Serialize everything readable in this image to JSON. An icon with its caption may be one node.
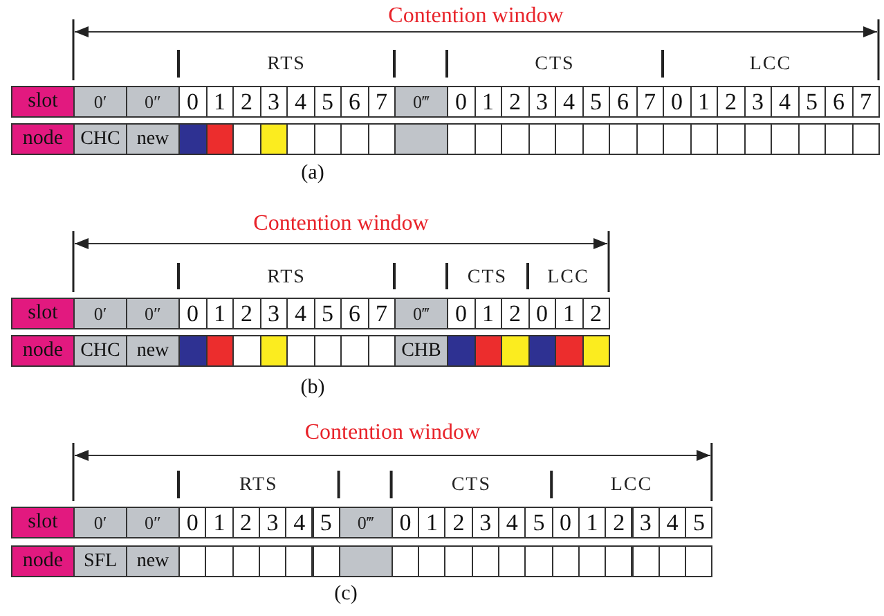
{
  "diagram": {
    "labels": [
      "Contention window",
      "RTS",
      "CTS",
      "LCC",
      "slot",
      "0′",
      "0″",
      "0",
      "1",
      "2",
      "3",
      "4",
      "5",
      "6",
      "7",
      "0‴",
      "0",
      "1",
      "2",
      "3",
      "4",
      "5",
      "6",
      "7",
      "0",
      "1",
      "2",
      "3",
      "4",
      "5",
      "6",
      "7",
      "node",
      "CHC",
      "new",
      "(a)",
      "Contention window",
      "RTS",
      "CTS",
      "LCC",
      "slot",
      "0′",
      "0″",
      "0",
      "1",
      "2",
      "3",
      "4",
      "5",
      "6",
      "7",
      "0‴",
      "0",
      "1",
      "2",
      "0",
      "1",
      "2",
      "node",
      "CHC",
      "new",
      "CHB",
      "(b)",
      "Contention window",
      "RTS",
      "CTS",
      "LCC",
      "slot",
      "0′",
      "0″",
      "0",
      "1",
      "2",
      "3",
      "4",
      "5",
      "0‴",
      "0",
      "1",
      "2",
      "3",
      "4",
      "5",
      "0",
      "1",
      "2",
      "3",
      "4",
      "5",
      "node",
      "SFL",
      "new",
      "(c)"
    ]
  }
}
